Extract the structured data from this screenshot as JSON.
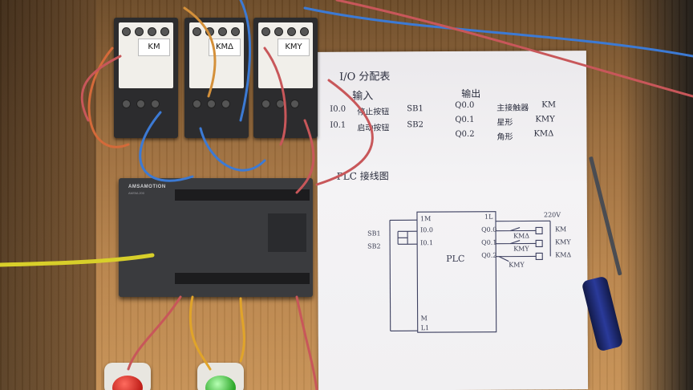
{
  "sheet": {
    "io_title": "I/O 分配表",
    "input_heading": "输入",
    "output_heading": "输出",
    "inputs": [
      {
        "addr": "I0.0",
        "desc": "停止按钮",
        "tag": "SB1"
      },
      {
        "addr": "I0.1",
        "desc": "启动按钮",
        "tag": "SB2"
      }
    ],
    "outputs": [
      {
        "addr": "Q0.0",
        "desc": "主接触器",
        "tag": "KM"
      },
      {
        "addr": "Q0.1",
        "desc": "星形",
        "tag": "KMY"
      },
      {
        "addr": "Q0.2",
        "desc": "角形",
        "tag": "KMΔ"
      }
    ],
    "wiring_title": "PLC 接线图",
    "diagram": {
      "labels": [
        "1M",
        "I0.0",
        "I0.1",
        "PLC",
        "M",
        "L1",
        "1L",
        "Q0.0",
        "Q0.1",
        "Q0.2",
        "SB1",
        "SB2",
        "220V",
        "KM",
        "KMY",
        "KMΔ",
        "KMΔ",
        "KMY",
        "KMY"
      ]
    }
  },
  "contactors": [
    {
      "tag": "KM"
    },
    {
      "tag": "KMΔ"
    },
    {
      "tag": "KMY"
    }
  ],
  "plc": {
    "brand": "AMSAMOTION",
    "model": "AMSM-200"
  }
}
